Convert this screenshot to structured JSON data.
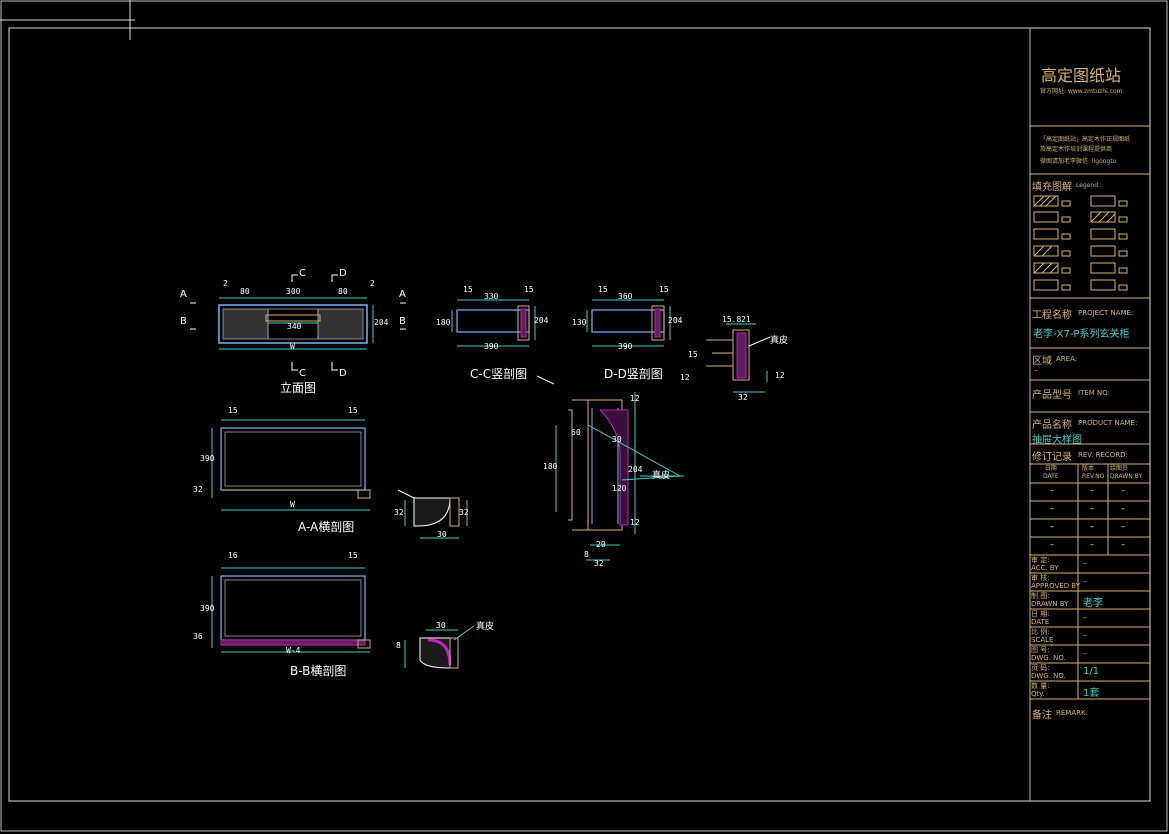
{
  "title_block": {
    "brand": "高定图纸站",
    "website": "官方网址: www.zmtuzhi.com",
    "desc_line1": "「高定图纸站」高定木作正规图纸",
    "desc_line2": "及高定木作培训课程提供商",
    "contact": "微图请加老李微信: ligongtu",
    "legend_title": "填充图解",
    "legend_sub": "Legend :",
    "project_label": "工程名称",
    "project_label_en": "PROJECT NAME:",
    "project_value": "老李-X7-P系列玄关柜",
    "area_label": "区域",
    "area_label_en": "AREA:",
    "area_value": "–",
    "item_label": "产品型号",
    "item_label_en": "ITEM NO:",
    "product_label": "产品名称",
    "product_label_en": "PRODUCT NAME:",
    "product_value": "抽屉大样图",
    "rev_label": "修订记录",
    "rev_label_en": "REV. RECORD:",
    "rev_cols": [
      "日期\nDATE",
      "版本\nREV.NO",
      "绘图员\nDRAWN BY"
    ],
    "rev_rows": [
      [
        "–",
        "–",
        "–"
      ],
      [
        "–",
        "–",
        "–"
      ],
      [
        "–",
        "–",
        "–"
      ],
      [
        "–",
        "–",
        "–"
      ]
    ],
    "acc_label": "审 定:\nACC. BY",
    "acc_value": "–",
    "approved_label": "审 核:\nAPPROVED BY",
    "approved_value": "–",
    "drawn_label": "制 图:\nDRAWN BY",
    "drawn_value": "老李",
    "date_label": "日 期:\nDATE",
    "date_value": "–",
    "scale_label": "比 例:\nSCALE",
    "scale_value": "–",
    "dwg_label": "图 号:\nDWG. NO.",
    "dwg_value": "–",
    "page_label": "页 码:\nDWG. NO.",
    "page_value": "1/1",
    "qty_label": "数 量:\nQty.",
    "qty_value": "1套",
    "remark_label": "备注",
    "remark_label_en": "REMARK:"
  },
  "views": {
    "elevation": "立面图",
    "cc": "C-C竖剖图",
    "dd": "D-D竖剖图",
    "aa": "A-A横剖图",
    "bb": "B-B横剖图",
    "mark_a": "A",
    "mark_b": "B",
    "mark_c": "C",
    "mark_d": "D",
    "veneer": "真皮"
  },
  "dims": {
    "d2": "2",
    "d80": "80",
    "d300": "300",
    "d340": "340",
    "d204": "204",
    "dW": "W",
    "d15": "15",
    "d16": "16",
    "d330": "330",
    "d360": "360",
    "d390": "390",
    "d130": "130",
    "d180": "180",
    "d32": "32",
    "d30": "30",
    "d20": "20",
    "d12": "12",
    "d120": "120",
    "d8": "8",
    "d158": "15.8",
    "d21": "21",
    "dW4": "W-4",
    "d36": "36",
    "d60": "60"
  }
}
